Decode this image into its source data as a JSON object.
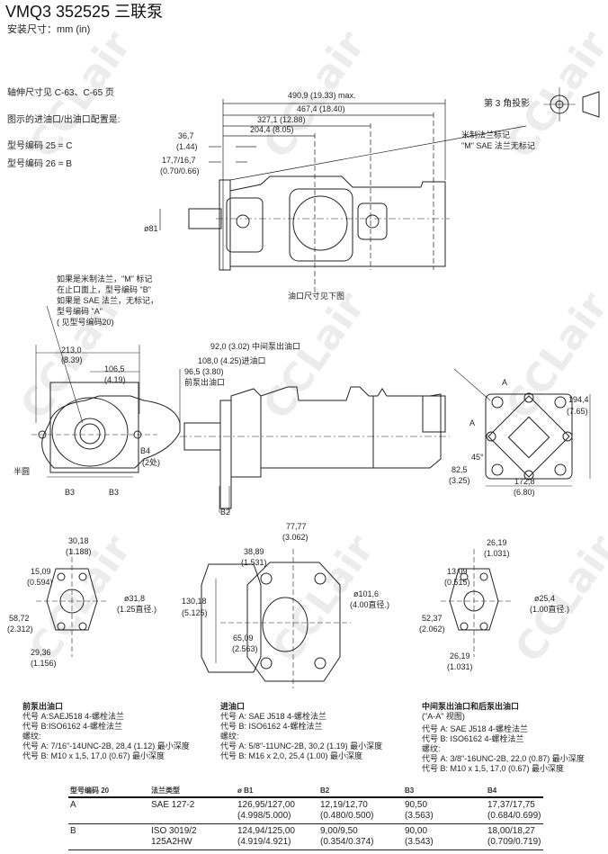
{
  "header": {
    "title": "VMQ3 352525 三联泵",
    "subtitle": "安装尺寸：mm (in)"
  },
  "notes": {
    "shaft": "轴伸尺寸见 C-63、C-65 页",
    "config": "图示的进油口/出油口配置是:",
    "code25": "型号编码  25 = C",
    "code26": "型号编码  26 = B"
  },
  "projection": "第 3 角投影",
  "flange_mark": [
    "米制法兰标记",
    "\"M\" SAE 法兰无标记"
  ],
  "top_dims": {
    "d1": "490,9 (19.33) max.",
    "d2": "467,4 (18.40)",
    "d3": "327,1 (12.88)",
    "d4": "204,4 (8.05)",
    "d5a": "36,7",
    "d5b": "(1.44)",
    "d6a": "17,7/16,7",
    "d6b": "(0.70/0.66)",
    "dia": "ø81"
  },
  "port_ref": "油口尺寸见下图",
  "front_note": [
    "如果是米制法兰，\"M\" 标记",
    "在止口面上，型号编码 \"B\"",
    "如果是 SAE 法兰，无标记，",
    "型号编码 \"A\"",
    "( 见型号编码20)"
  ],
  "front_dims": {
    "w1a": "213,0",
    "w1b": "(8.39)",
    "w2a": "106,5",
    "w2b": "(4.19)",
    "b4": "B4",
    "b4n": "(2处)",
    "half": "半圆",
    "b3a": "B3",
    "b3b": "B3"
  },
  "side_dims": {
    "mid": "92,0 (3.02) 中间泵出油口",
    "inlet": "108,0 (4.25)进油口",
    "front_a": "96,5 (3.80)",
    "front_b": "前泵出油口",
    "b2": "B2"
  },
  "rear_dims": {
    "a1": "A",
    "a2": "A",
    "h_a": "194,4",
    "h_b": "(7.65)",
    "ang": "45°",
    "d_a": "82,5",
    "d_b": "(3.25)",
    "w_a": "172,8",
    "w_b": "(6.80)"
  },
  "port1": {
    "a": "30,18",
    "ab": "(1.188)",
    "b": "15,09",
    "bb": "(0.594)",
    "dia": "ø31,8",
    "diab": "(1.25直径.)",
    "c": "58,72",
    "cb": "(2.312)",
    "d": "29,36",
    "db": "(1.156)"
  },
  "port2": {
    "a": "77,77",
    "ab": "(3.062)",
    "b": "38,89",
    "bb": "(1.531)",
    "dia": "ø101,6",
    "diab": "(4.00直径.)",
    "c": "130,18",
    "cb": "(5.125)",
    "d": "65,09",
    "db": "(2.563)"
  },
  "port3": {
    "a": "26,19",
    "ab": "(1.031)",
    "b": "13,09",
    "bb": "(0.515)",
    "dia": "ø25,4",
    "diab": "(1.00直径.)",
    "c": "52,37",
    "cb": "(2.062)",
    "d": "26,19",
    "db": "(1.031)"
  },
  "port_notes": [
    {
      "title": "前泵出油口",
      "lines": [
        "代号  A:SAEJ518 4-螺栓法兰",
        "代号  B:ISO6162 4-螺栓法兰",
        "螺纹:",
        "代号  A: 7/16\"-14UNC-2B, 28,4 (1.12) 最小深度",
        "代号  B: M10 x 1,5, 17,0 (0.67) 最小深度"
      ]
    },
    {
      "title": "进油口",
      "lines": [
        "代号  A: SAE J518 4-螺栓法兰",
        "代号  B: ISO6162 4-螺栓法兰",
        "螺纹:",
        "代号  A: 5/8\"-11UNC-2B, 30,2 (1.19) 最小深度",
        "代号  B: M16 x 2,0, 25,4 (1.00) 最小深度"
      ]
    },
    {
      "title": "中间泵出油口和后泵出油口",
      "title2": "(\"A-A\" 视图)",
      "lines": [
        "代号  A: SAE J518 4-螺栓法兰",
        "代号  B: ISO6162 4-螺栓法兰",
        "螺纹:",
        "代号  A: 3/8\"-16UNC-2B, 22,0 (0.87) 最小深度",
        "代号  B: M10 x 1,5, 17,0 (0.67) 最小深度"
      ]
    }
  ],
  "table": {
    "headers": [
      "型号编码  20",
      "法兰类型",
      "ø B1",
      "B2",
      "B3",
      "B4"
    ],
    "rows": [
      {
        "c0": "A",
        "c1": "SAE 127-2",
        "c1b": "",
        "c2": "126,95/127,00",
        "c2b": "(4.998/5.000)",
        "c3": "12,19/12,70",
        "c3b": "(0.480/0.500)",
        "c4": "90,50",
        "c4b": "(3.563)",
        "c5": "17,37/17,75",
        "c5b": "(0.684/0.699)"
      },
      {
        "c0": "B",
        "c1": "ISO 3019/2",
        "c1b": "125A2HW",
        "c2": "124,94/125,00",
        "c2b": "(4.919/4.921)",
        "c3": "9,00/9,50",
        "c3b": "(0.354/0.374)",
        "c4": "90,00",
        "c4b": "(3.543)",
        "c5": "18,00/18,27",
        "c5b": "(0.709/0.719)"
      }
    ]
  },
  "watermark": "CCLair"
}
